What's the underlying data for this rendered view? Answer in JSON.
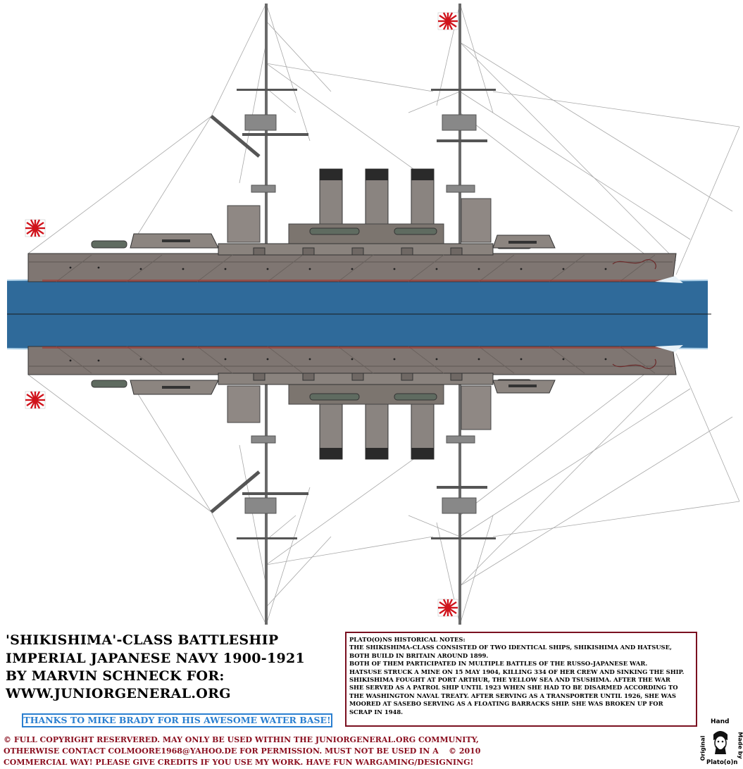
{
  "title": {
    "line1": "'SHIKISHIMA'-CLASS BATTLESHIP",
    "line2": "IMPERIAL JAPANESE NAVY 1900-1921",
    "line3": "BY MARVIN SCHNECK FOR:",
    "line4": "WWW.JUNIORGENERAL.ORG"
  },
  "thanks": "THANKS TO MIKE BRADY FOR HIS AWESOME WATER BASE!",
  "notes": {
    "heading": "PLATO(O)NS HISTORICAL NOTES:",
    "lines": [
      "THE SHIKISHIMA-CLASS CONSISTED OF TWO IDENTICAL SHIPS, SHIKISHIMA AND HATSUSE,",
      "BOTH BUILD IN BRITAIN AROUND 1899.",
      "BOTH OF THEM PARTICIPATED IN MULTIPLE BATTLES OF THE RUSSO-JAPANESE WAR.",
      "HATSUSE STRUCK A MINE ON 15 MAY 1904, KILLING 334 OF HER CREW AND SINKING THE SHIP.",
      "SHIKISHIMA FOUGHT AT PORT ARTHUR, THE YELLOW SEA AND TSUSHIMA. AFTER THE WAR",
      "SHE SERVED AS A PATROL SHIP UNTIL 1923 WHEN SHE HAD TO BE DISARMED ACCORDING TO",
      "THE WASHINGTON NAVAL TREATY. AFTER SERVING AS A TRANSPORTER UNTIL 1926, SHE WAS",
      "MOORED AT SASEBO SERVING AS A FLOATING BARRACKS SHIP. SHE WAS BROKEN UP FOR",
      "SCRAP IN 1948."
    ]
  },
  "copyright": {
    "line1": "© FULL COPYRIGHT RESERVERED. MAY ONLY BE USED WITHIN THE JUNIORGENERAL.ORG COMMUNITY,",
    "line2": "OTHERWISE CONTACT COLMOORE1968@YAHOO.DE FOR PERMISSION. MUST NOT BE USED IN A",
    "line3": "COMMERCIAL WAY! PLEASE GIVE CREDITS IF YOU USE MY WORK. HAVE FUN WARGAMING/DESIGNING!",
    "year": "© 2010"
  },
  "stamp": {
    "original": "Original",
    "hand": "Hand",
    "made_by": "Made by",
    "author": "Plato(o)n"
  },
  "colors": {
    "hull": "#7f7672",
    "water": "#2f6a9a",
    "notes_border": "#7a1020",
    "copyright_text": "#8b1020",
    "thanks_text": "#2a7fd0"
  }
}
